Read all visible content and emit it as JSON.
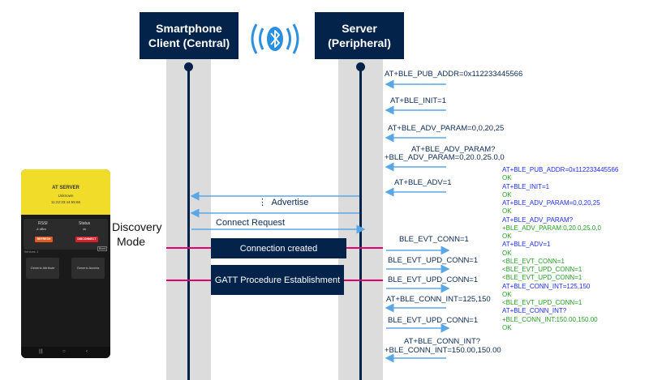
{
  "participants": {
    "client": {
      "line1": "Smartphone",
      "line2": "Client (Central)"
    },
    "server": {
      "line1": "Server",
      "line2": "(Peripheral)"
    }
  },
  "bluetooth_icon": "bluetooth-icon",
  "colors": {
    "navy": "#03234b",
    "arrow_blue": "#5aa7e6",
    "pink": "#e0006f",
    "log_blue": "#1a2df0",
    "log_green": "#23a023",
    "phone_yellow": "#f2dc2a"
  },
  "side_label": {
    "line1": "Discovery",
    "line2": "Mode"
  },
  "phone": {
    "title": "AT SERVER",
    "subtitle": "Unknown",
    "timestamp": "11:22:33:44:55:66",
    "rssi_label": "RSSI",
    "rssi_value": "-4 dBm",
    "status_label": "Status",
    "status_value": "ok",
    "refresh_label": "REFRESH",
    "disconnect_label": "DISCONNECT",
    "section_label": "Services: 2",
    "bond_label": "Bond",
    "tile1": "Generic Attribute",
    "tile2": "Generic Access"
  },
  "server_commands": [
    "AT+BLE_PUB_ADDR=0x112233445566",
    "AT+BLE_INIT=1",
    "AT+BLE_ADV_PARAM=0,0,20,25",
    "AT+BLE_ADV_PARAM?",
    "+BLE_ADV_PARAM=0,20.0,25.0,0",
    "AT+BLE_ADV=1"
  ],
  "messages": {
    "advertise": "Advertise",
    "connect_request": "Connect Request"
  },
  "boxes": {
    "connection_created": "Connection created",
    "gatt": "GATT Procedure Establishment"
  },
  "events": [
    "BLE_EVT_CONN=1",
    "BLE_EVT_UPD_CONN=1",
    "BLE_EVT_UPD_CONN=1",
    "AT+BLE_CONN_INT=125,150",
    "BLE_EVT_UPD_CONN=1",
    "AT+BLE_CONN_INT?",
    "+BLE_CONN_INT=150.00,150.00"
  ],
  "log": [
    {
      "text": "AT+BLE_PUB_ADDR=0x112233445566",
      "color": "blue"
    },
    {
      "text": "OK",
      "color": "green"
    },
    {
      "text": "AT+BLE_INIT=1",
      "color": "blue"
    },
    {
      "text": "OK",
      "color": "green"
    },
    {
      "text": "AT+BLE_ADV_PARAM=0,0,20,25",
      "color": "blue"
    },
    {
      "text": "OK",
      "color": "green"
    },
    {
      "text": "AT+BLE_ADV_PARAM?",
      "color": "blue"
    },
    {
      "text": "+BLE_ADV_PARAM:0,20.0,25.0,0",
      "color": "green"
    },
    {
      "text": "OK",
      "color": "green"
    },
    {
      "text": "AT+BLE_ADV=1",
      "color": "blue"
    },
    {
      "text": "OK",
      "color": "green"
    },
    {
      "text": "<BLE_EVT_CONN=1",
      "color": "green"
    },
    {
      "text": "<BLE_EVT_UPD_CONN=1",
      "color": "green"
    },
    {
      "text": "<BLE_EVT_UPD_CONN=1",
      "color": "green"
    },
    {
      "text": "AT+BLE_CONN_INT=125,150",
      "color": "blue"
    },
    {
      "text": "OK",
      "color": "green"
    },
    {
      "text": "<BLE_EVT_UPD_CONN=1",
      "color": "green"
    },
    {
      "text": "AT+BLE_CONN_INT?",
      "color": "blue"
    },
    {
      "text": "+BLE_CONN_INT:150.00,150.00",
      "color": "green"
    },
    {
      "text": "OK",
      "color": "green"
    }
  ]
}
